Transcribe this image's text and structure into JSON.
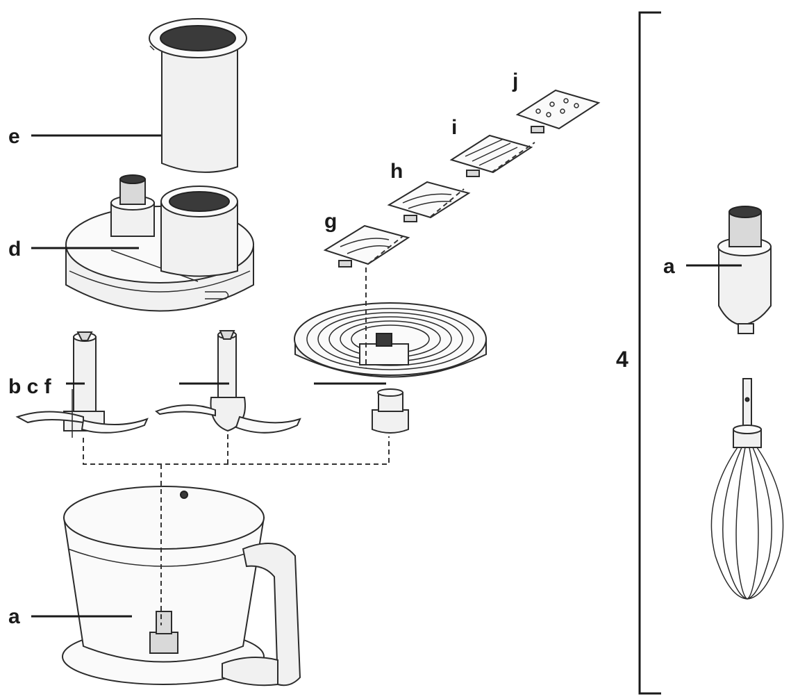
{
  "labels": {
    "e": "e",
    "d": "d",
    "b_c_f": "b c f",
    "g": "g",
    "h": "h",
    "i": "i",
    "j": "j",
    "a_bowl": "a",
    "a_coupler": "a",
    "group": "4"
  },
  "icons": {
    "pusher": "pusher-icon",
    "lid": "bowl-lid-icon",
    "blade_b": "chopping-blade-icon",
    "blade_c": "chopping-blade-icon",
    "disc_holder": "disc-holder-icon",
    "disc_g": "slicing-disc-icon",
    "disc_h": "slicing-disc-icon",
    "disc_i": "grating-disc-icon",
    "disc_j": "grating-disc-icon",
    "bowl": "bowl-icon",
    "coupler": "whisk-coupler-icon",
    "whisk": "whisk-icon"
  }
}
